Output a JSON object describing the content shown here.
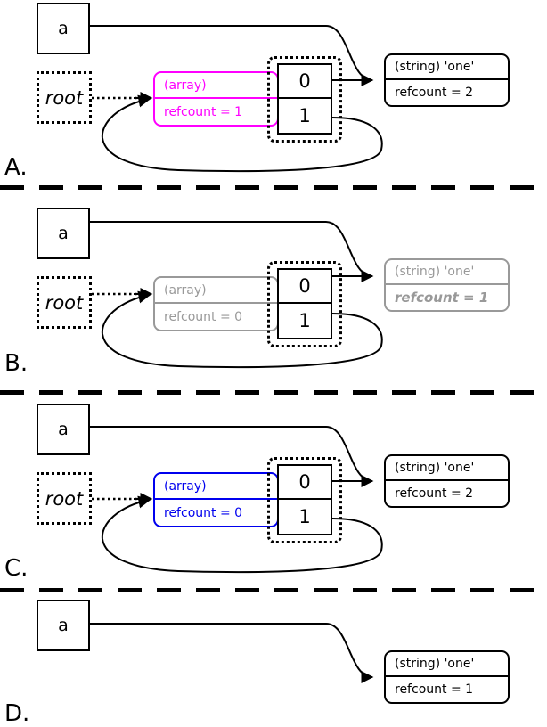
{
  "diagram": {
    "title": "PHP reference counting / cycle collection states",
    "colors": {
      "black": "#000000",
      "magenta": "#ff00ff",
      "blue": "#0000ee",
      "gray": "#999999",
      "white": "#ffffff"
    },
    "labels": {
      "variable": "a",
      "root": "root",
      "array_type": "(array)",
      "string_type": "(string) 'one'",
      "cell_0": "0",
      "cell_1": "1"
    },
    "panels": [
      {
        "letter": "A.",
        "variable_label": "a",
        "root_label": "root",
        "array": {
          "type_label": "(array)",
          "refcount_label": "refcount = 1",
          "color": "#ff00ff",
          "visible": true,
          "dimmed": false
        },
        "cells": [
          {
            "index_label": "0"
          },
          {
            "index_label": "1"
          }
        ],
        "string": {
          "type_label": "(string) 'one'",
          "refcount_label": "refcount = 2",
          "color": "#000000",
          "visible": true,
          "dimmed": false,
          "emphasis": false
        }
      },
      {
        "letter": "B.",
        "variable_label": "a",
        "root_label": "root",
        "array": {
          "type_label": "(array)",
          "refcount_label": "refcount = 0",
          "color": "#999999",
          "visible": true,
          "dimmed": true
        },
        "cells": [
          {
            "index_label": "0"
          },
          {
            "index_label": "1"
          }
        ],
        "string": {
          "type_label": "(string) 'one'",
          "refcount_label": "refcount = 1",
          "color": "#999999",
          "visible": true,
          "dimmed": true,
          "emphasis": true
        }
      },
      {
        "letter": "C.",
        "variable_label": "a",
        "root_label": "root",
        "array": {
          "type_label": "(array)",
          "refcount_label": "refcount = 0",
          "color": "#0000ee",
          "visible": true,
          "dimmed": false
        },
        "cells": [
          {
            "index_label": "0"
          },
          {
            "index_label": "1"
          }
        ],
        "string": {
          "type_label": "(string) 'one'",
          "refcount_label": "refcount = 2",
          "color": "#000000",
          "visible": true,
          "dimmed": false,
          "emphasis": false
        }
      },
      {
        "letter": "D.",
        "variable_label": "a",
        "root_label": null,
        "array": null,
        "cells": [],
        "string": {
          "type_label": "(string) 'one'",
          "refcount_label": "refcount = 1",
          "color": "#000000",
          "visible": true,
          "dimmed": false,
          "emphasis": false
        }
      }
    ]
  }
}
